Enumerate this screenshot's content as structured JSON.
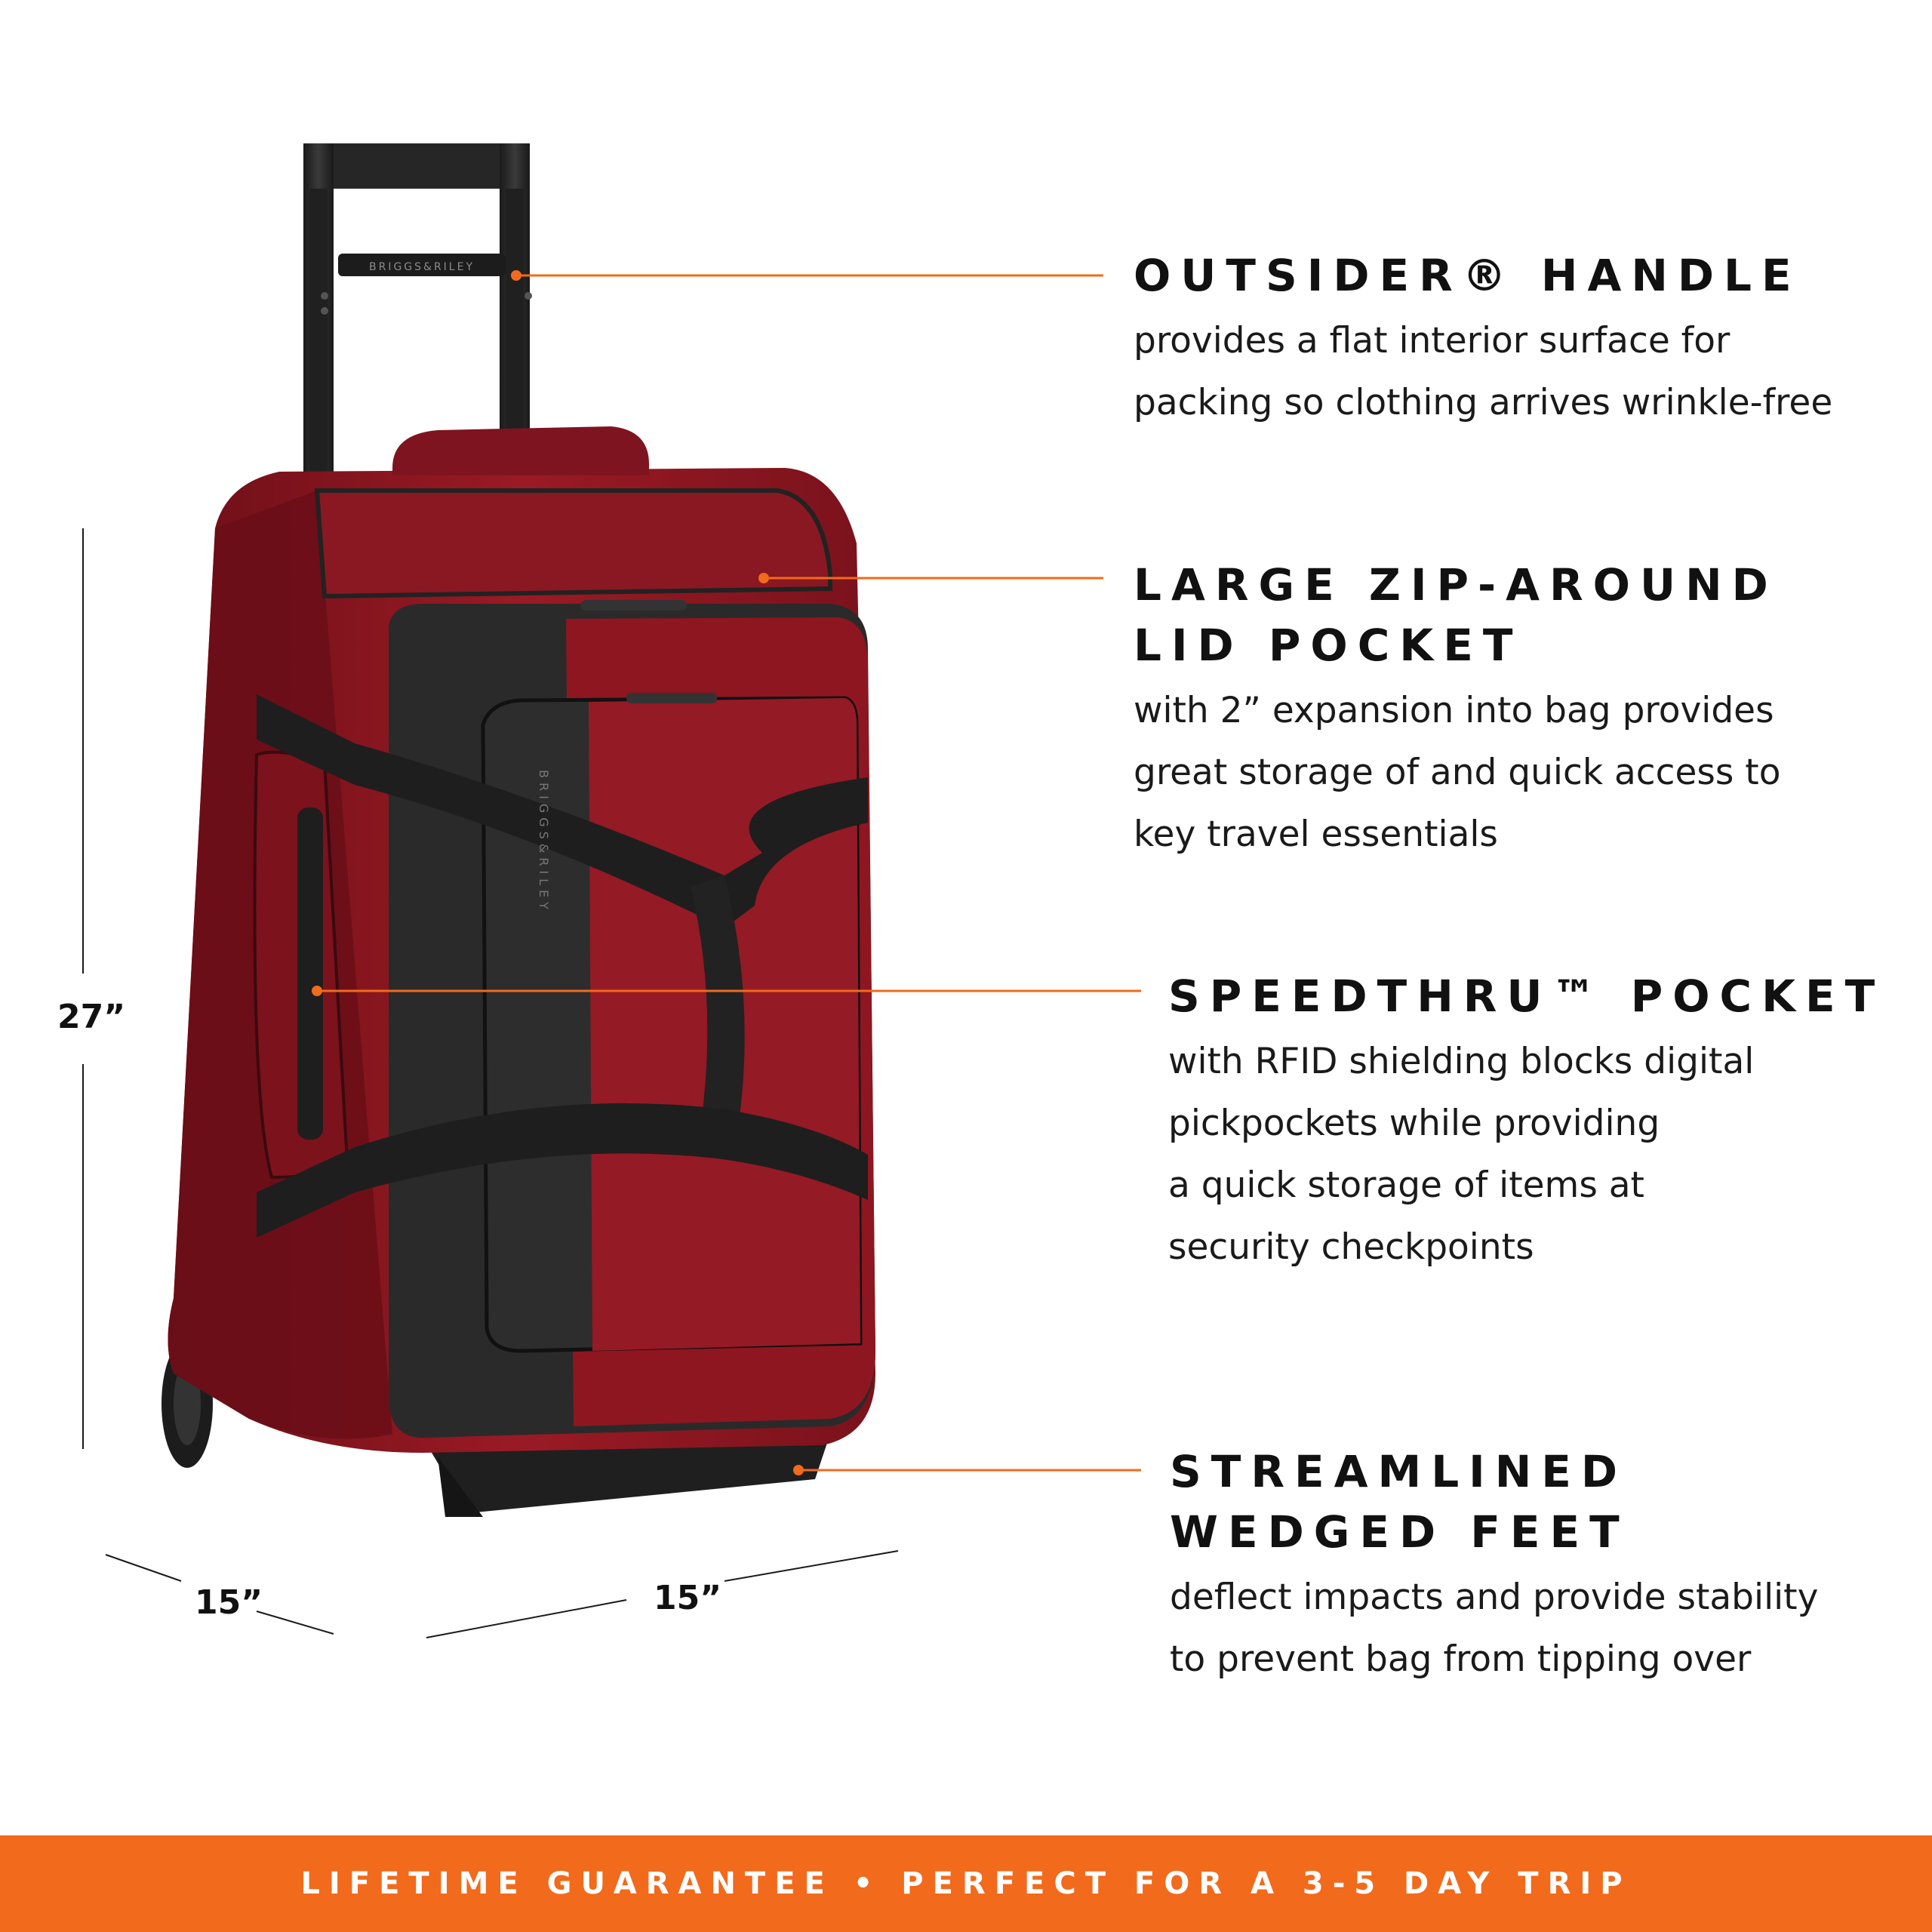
{
  "features": [
    {
      "title": "OUTSIDER® HANDLE",
      "description": "provides a flat interior surface for\npacking so clothing arrives wrinkle-free"
    },
    {
      "title": "LARGE ZIP-AROUND\nLID POCKET",
      "description": "with 2” expansion into bag provides\ngreat storage of and quick access to\nkey travel essentials"
    },
    {
      "title": "SPEEDTHRU™ POCKET",
      "description": "with RFID shielding blocks digital\npickpockets while providing\n a quick storage of items at\nsecurity checkpoints"
    },
    {
      "title": "STREAMLINED\nWEDGED FEET",
      "description": "deflect  impacts and provide stability\nto prevent bag from tipping over"
    }
  ],
  "dimensions": {
    "height": "27”",
    "depth": "15”",
    "width": "15”"
  },
  "brand_mark": "BRIGGS&RILEY",
  "banner": "LIFETIME GUARANTEE • PERFECT FOR A 3-5 DAY TRIP",
  "colors": {
    "accent": "#f26a1b",
    "bag": "#8e1620",
    "trim": "#2b2b2b"
  }
}
